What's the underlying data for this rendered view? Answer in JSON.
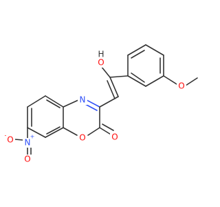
{
  "molecule": {
    "atom_labels": {
      "hydroxyl_oxygen": "O",
      "hydroxyl_hydrogen": "H",
      "methoxy_oxygen": "O",
      "ring_nitrogen": "N",
      "ring_oxygen": "O",
      "carbonyl_oxygen": "O",
      "nitro_nitrogen": "N",
      "nitro_charge": "+",
      "nitro_oxygen_single": "O",
      "nitro_oxygen_charge": "-",
      "nitro_oxygen_double": "O"
    },
    "colors": {
      "carbon_bond": "#333333",
      "oxygen": "#ff0d0d",
      "nitrogen": "#3050f8",
      "hydrogen": "#333333"
    }
  }
}
